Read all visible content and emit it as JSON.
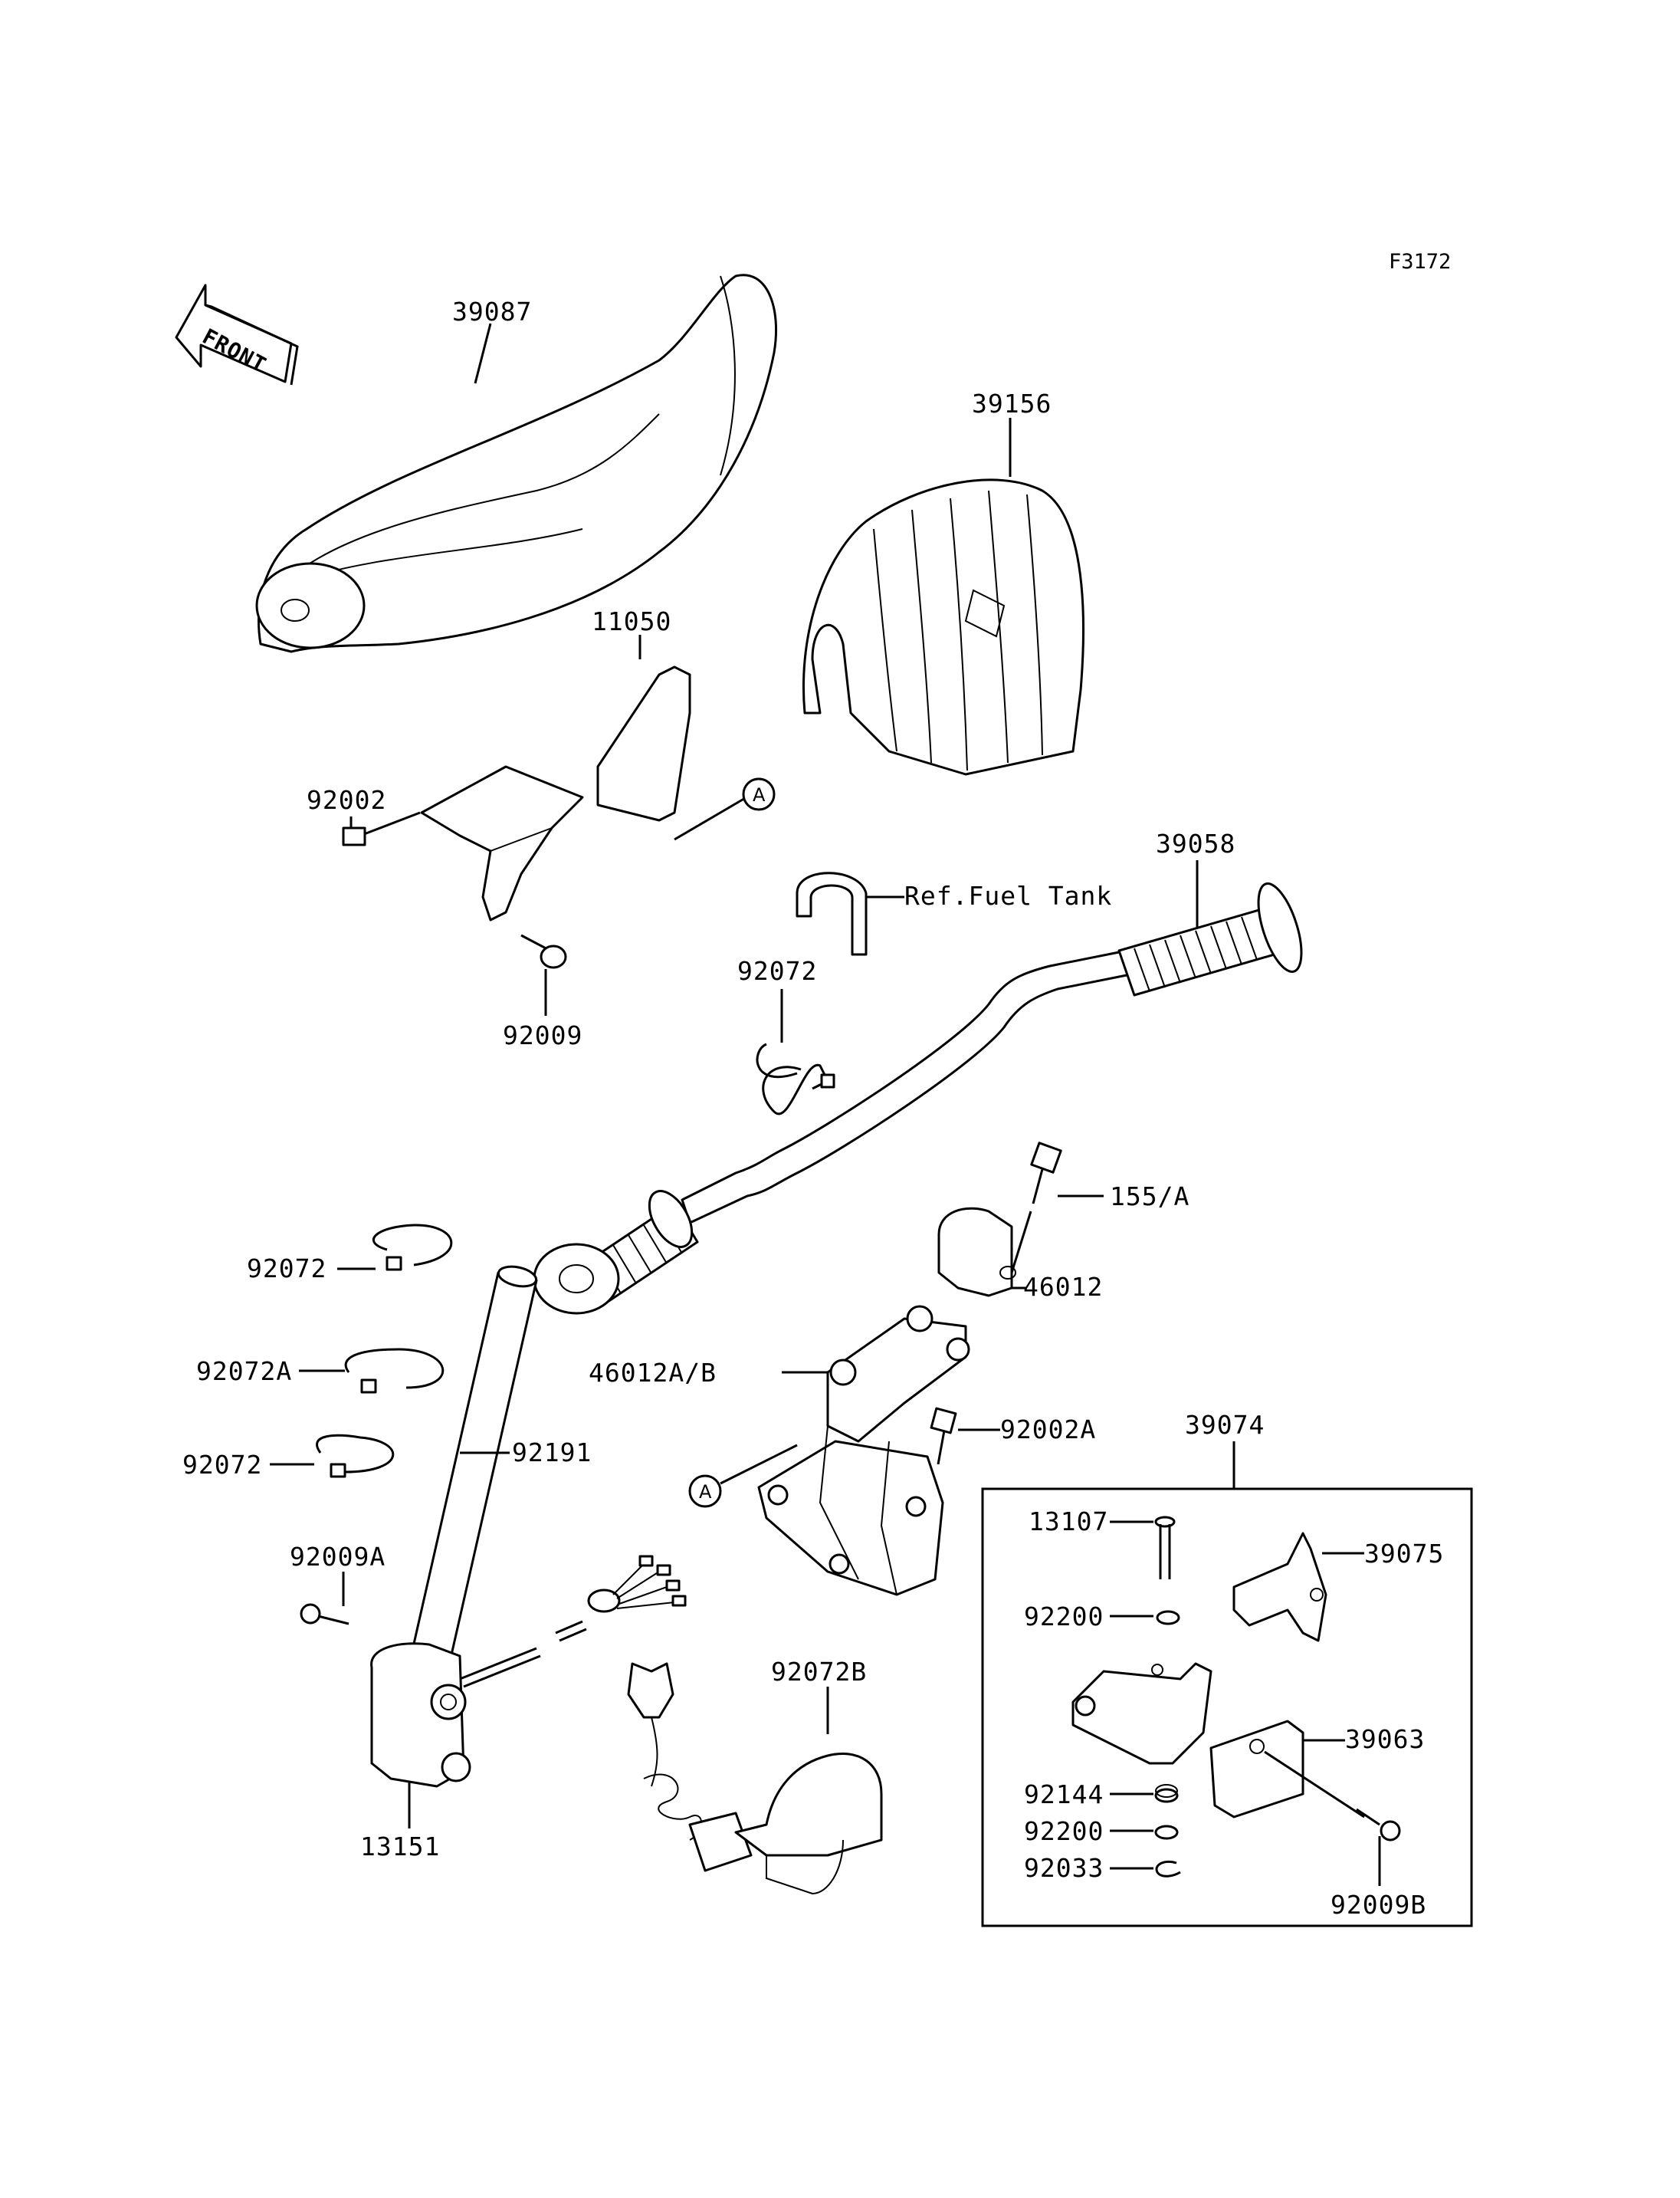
{
  "figure_code": "F3172",
  "front_marker": "FRONT",
  "ref_marker": "A",
  "ref_note": "Ref.Fuel Tank",
  "callouts": {
    "p39087": "39087",
    "p39156": "39156",
    "p11050": "11050",
    "p92002": "92002",
    "p92009": "92009",
    "p39058": "39058",
    "p92072_top": "92072",
    "p155A": "155/A",
    "p46012": "46012",
    "p46012AB": "46012A/B",
    "p92072_a": "92072",
    "p92072A": "92072A",
    "p92072_b": "92072",
    "p92191": "92191",
    "p92002A": "92002A",
    "p39074": "39074",
    "p13107": "13107",
    "p39075": "39075",
    "p92200_a": "92200",
    "p39063": "39063",
    "p92144": "92144",
    "p92200_b": "92200",
    "p92033": "92033",
    "p92009B": "92009B",
    "p92009A": "92009A",
    "p13151": "13151",
    "p92072B": "92072B"
  }
}
